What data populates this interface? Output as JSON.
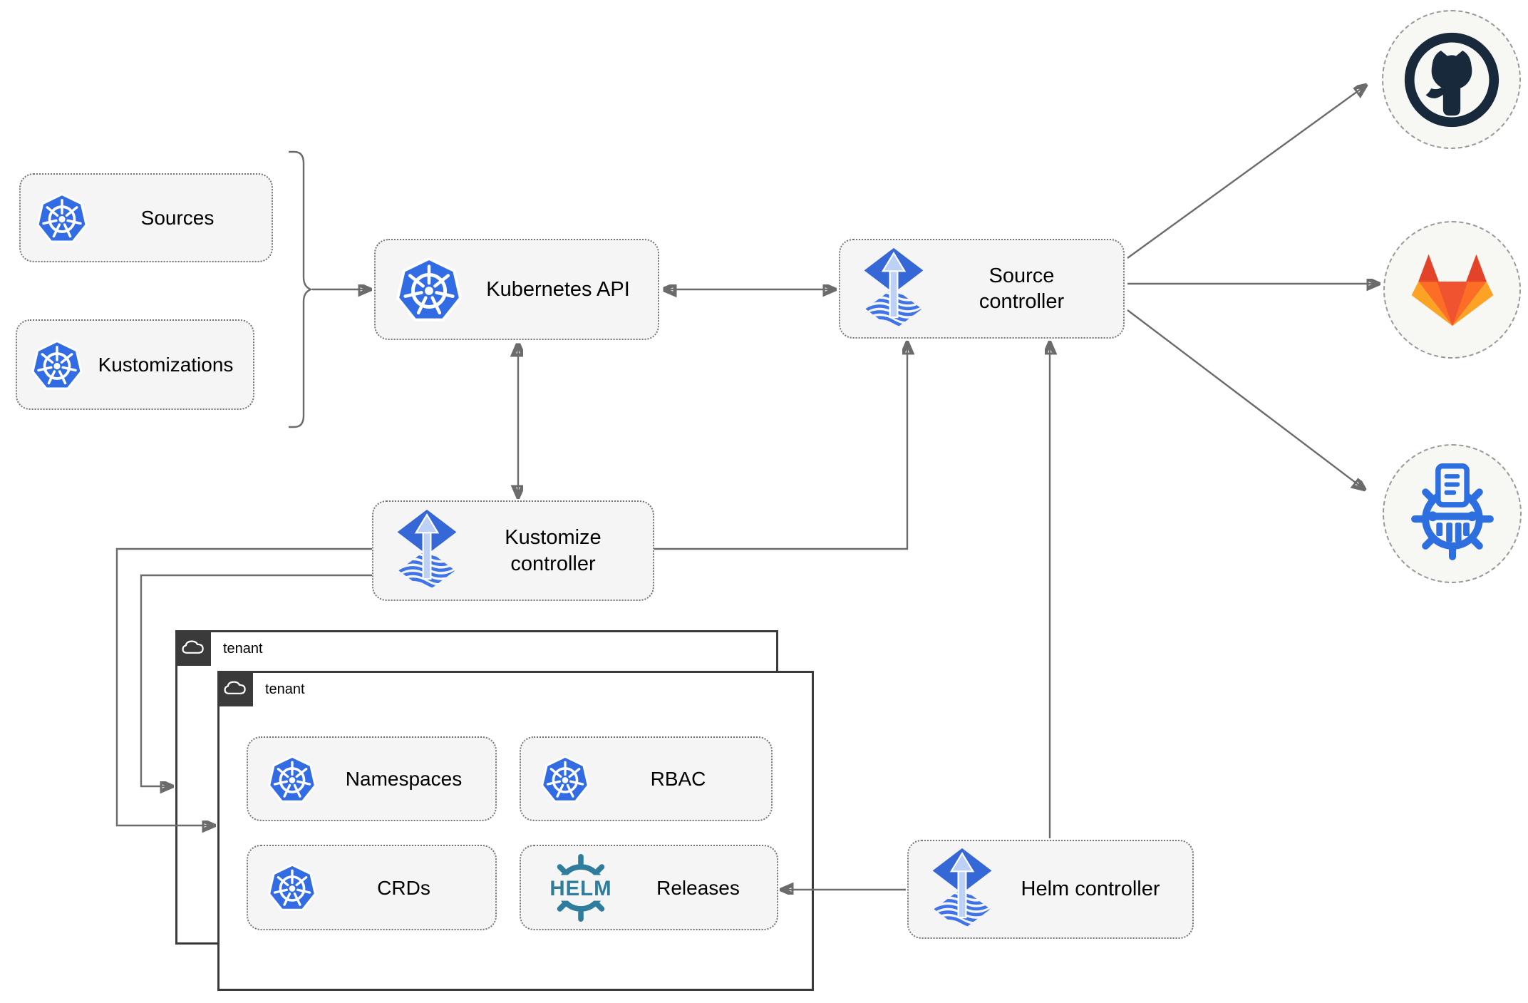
{
  "nodes": {
    "sources": {
      "label": "Sources"
    },
    "kustomizations": {
      "label": "Kustomizations"
    },
    "kubernetes_api": {
      "label": "Kubernetes API"
    },
    "source_controller": {
      "label": "Source controller"
    },
    "kustomize_controller": {
      "label": "Kustomize controller"
    },
    "helm_controller": {
      "label": "Helm controller"
    },
    "tenant_back": {
      "label": "tenant"
    },
    "tenant_front": {
      "label": "tenant"
    },
    "namespaces": {
      "label": "Namespaces"
    },
    "rbac": {
      "label": "RBAC"
    },
    "crds": {
      "label": "CRDs"
    },
    "releases": {
      "label": "Releases"
    }
  },
  "icons": {
    "kubernetes": "kubernetes-wheel-icon",
    "flux": "flux-arrow-diamond-icon",
    "helm": "helm-wheel-logo",
    "helm_text": "HELM",
    "github": "github-octocat-icon",
    "gitlab": "gitlab-fox-icon",
    "registry": "kustomize-wheel-document-icon",
    "cloud": "cloud-icon"
  },
  "colors": {
    "kubernetes_blue": "#326ce5",
    "flux_blue": "#3567d6",
    "flux_arrow_light": "#bdd0f5",
    "helm_teal": "#2e7d9d",
    "github_dark": "#17293a",
    "gitlab_red": "#e24329",
    "gitlab_orange": "#fc6d26",
    "gitlab_amber": "#fca326",
    "node_fill": "#f5f5f5",
    "node_border": "#757575",
    "line_gray": "#6b6b6b",
    "tenant_border": "#3a3a3a"
  }
}
